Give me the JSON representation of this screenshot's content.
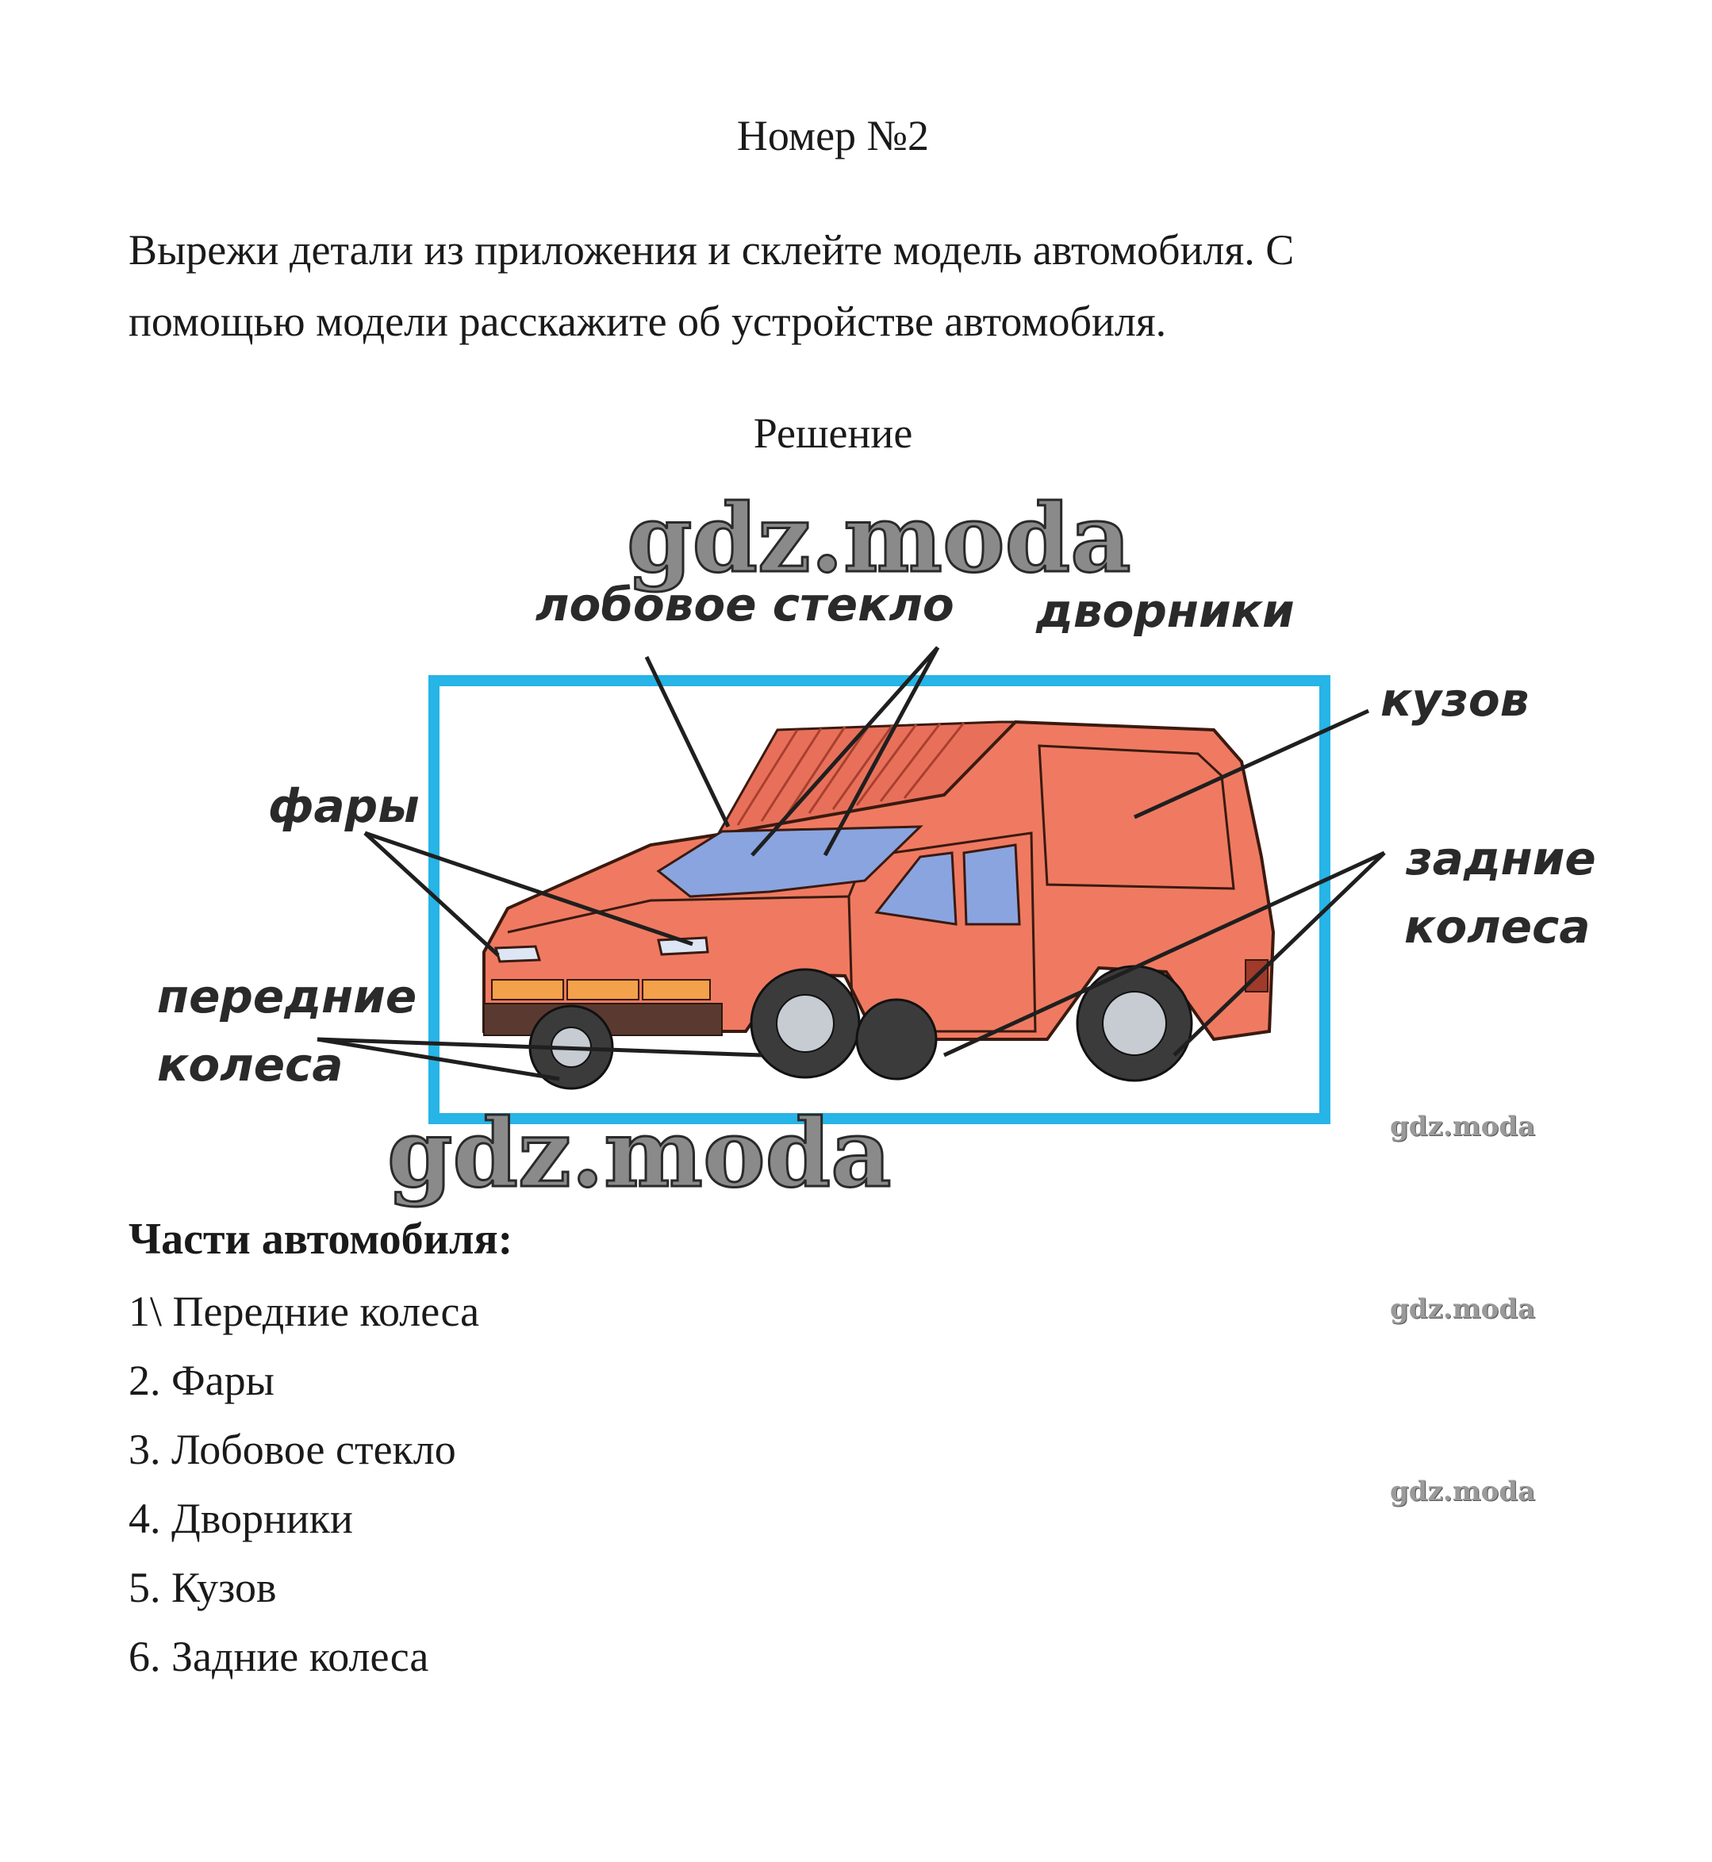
{
  "header": {
    "title": "Номер №2"
  },
  "task": {
    "line1": "Вырежи детали из приложения и склейте модель автомобиля. С",
    "line2": "помощью модели расскажите об устройстве автомобиля."
  },
  "solution": {
    "label": "Решение"
  },
  "figure": {
    "labels": {
      "windshield": "лобовое стекло",
      "wipers": "дворники",
      "body": "кузов",
      "headlights": "фары",
      "rear_wheels_1": "задние",
      "rear_wheels_2": "колеса",
      "front_wheels_1": "передние",
      "front_wheels_2": "колеса"
    },
    "colors": {
      "frame": "#27b4e6",
      "car_body": "#ef7a61",
      "window": "#8aa4e0",
      "lines": "#1f1f1f"
    }
  },
  "watermark": {
    "text": "gdz.moda"
  },
  "parts": {
    "heading": "Части автомобиля:",
    "items": [
      "1\\ Передние колеса",
      "2. Фары",
      "3. Лобовое стекло",
      "4. Дворники",
      "5. Кузов",
      "6. Задние колеса"
    ]
  }
}
